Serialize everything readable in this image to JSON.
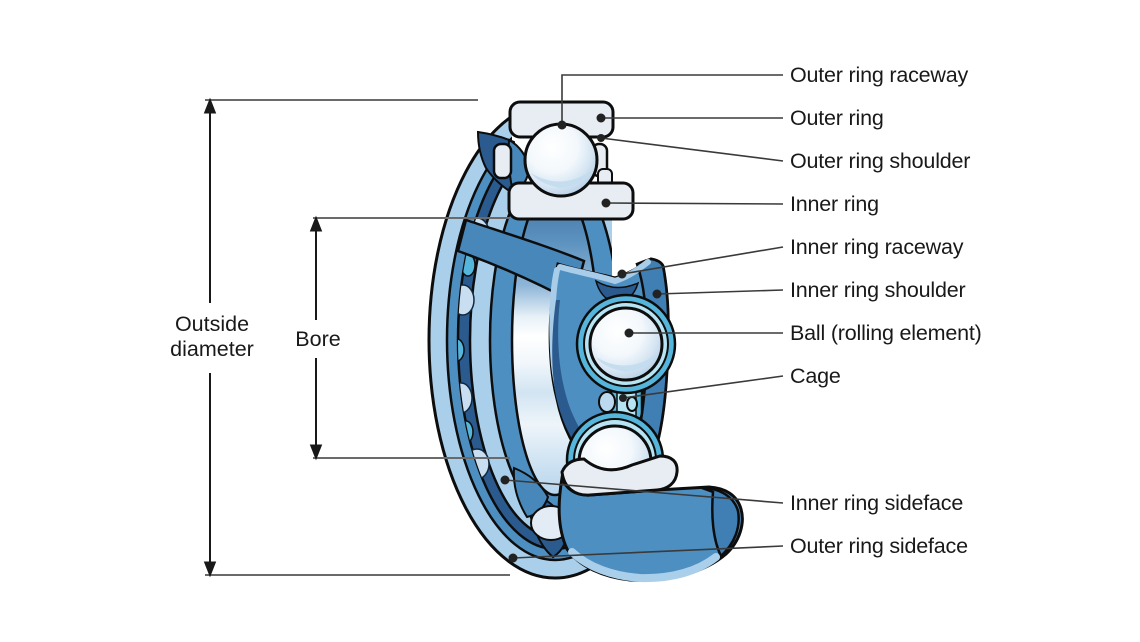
{
  "diagram": {
    "subject": "Deep groove ball bearing cutaway with part labels",
    "part_labels": [
      {
        "label": "Outer ring raceway"
      },
      {
        "label": "Outer ring"
      },
      {
        "label": "Outer ring shoulder"
      },
      {
        "label": "Inner ring"
      },
      {
        "label": "Inner ring raceway"
      },
      {
        "label": "Inner ring shoulder"
      },
      {
        "label": "Ball (rolling element)"
      },
      {
        "label": "Cage"
      },
      {
        "label": "Inner ring sideface"
      },
      {
        "label": "Outer ring sideface"
      }
    ],
    "dimension_labels": {
      "outside_diameter": "Outside diameter",
      "bore": "Bore"
    },
    "colors": {
      "background": "#ffffff",
      "text": "#191919",
      "leader": "#3a3a3a",
      "extension_line": "#6a6a6a",
      "outline": "#0d0d0d",
      "light_blue": "#aacfeb",
      "mid_blue": "#4e8fc1",
      "steel_blue": "#3f7fb3",
      "accent_blue": "#4787ba",
      "dark_navy": "#2a5a8e",
      "cage_light": "#b7e4f2",
      "cage_mid": "#55b5da",
      "cut_face": "#e7edf2"
    }
  }
}
